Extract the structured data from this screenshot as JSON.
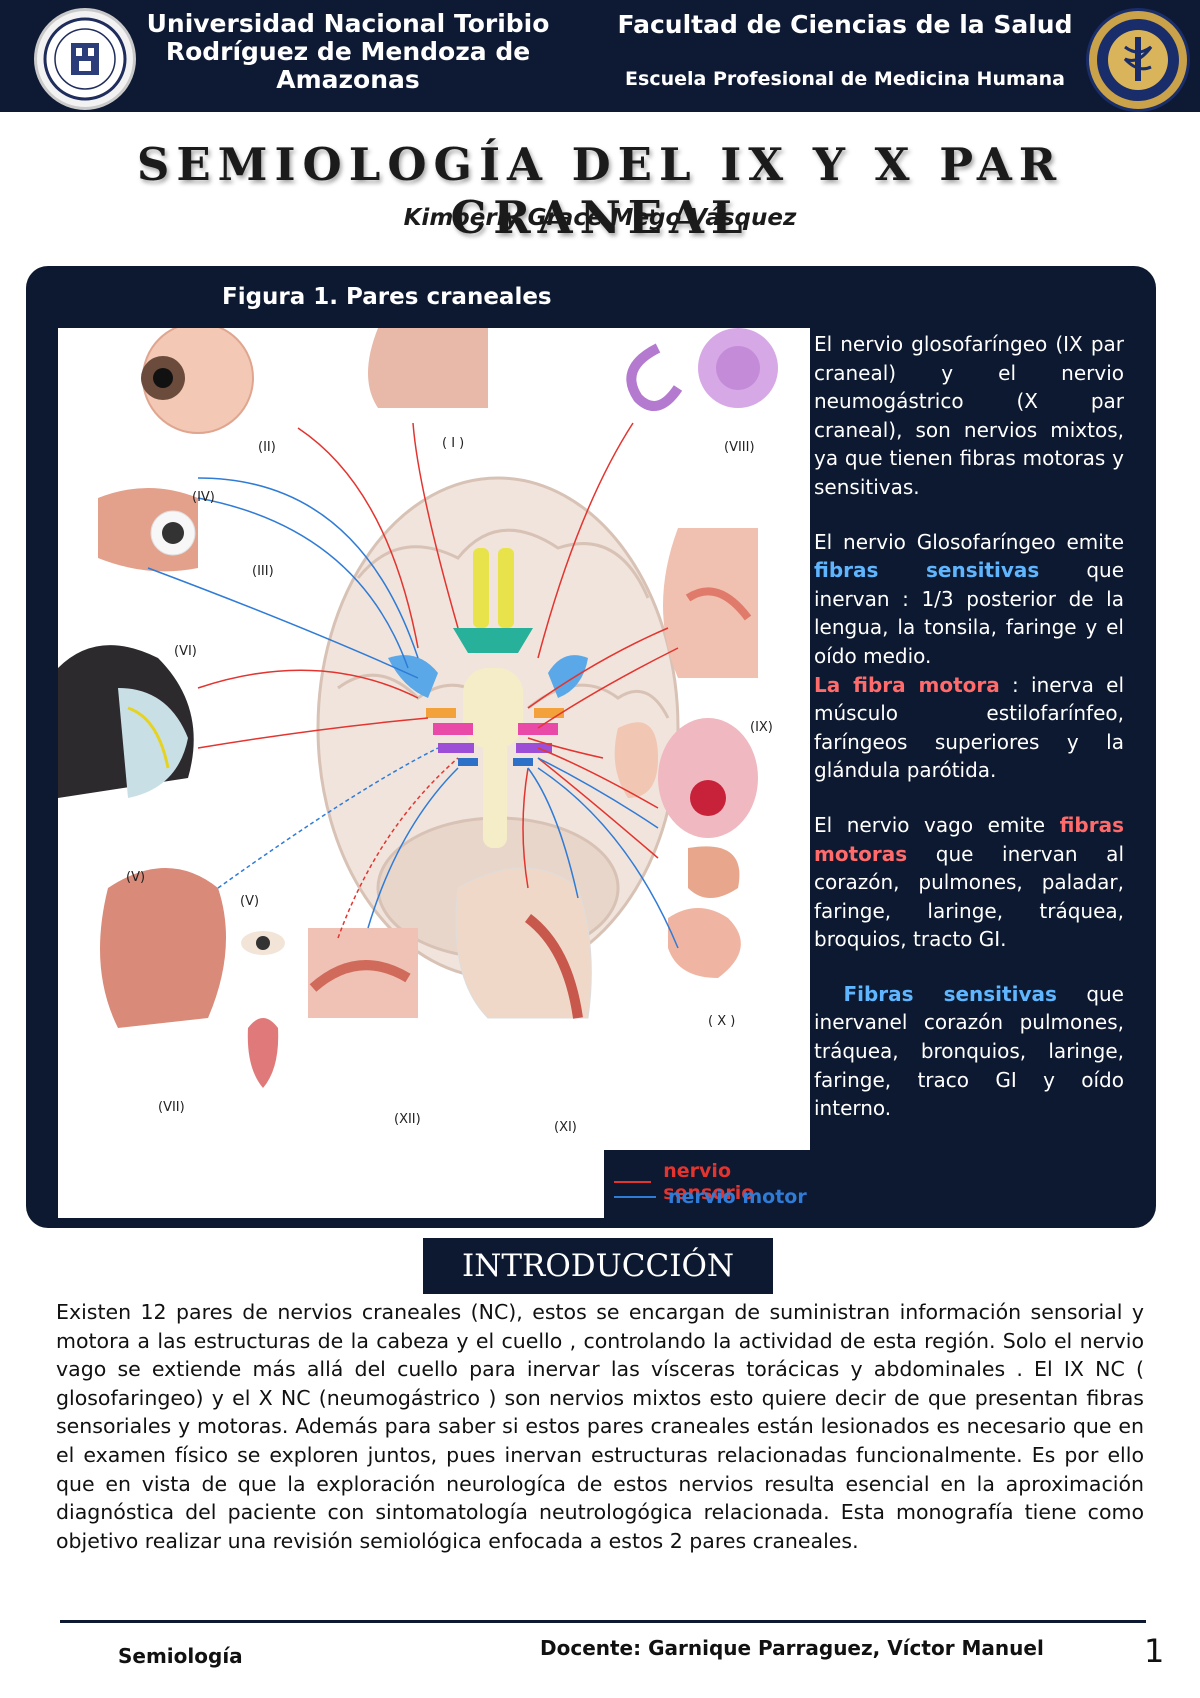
{
  "header": {
    "university": "Universidad Nacional Toribio Rodríguez de Mendoza de Amazonas",
    "faculty": "Facultad de Ciencias de la Salud",
    "school": "Escuela Profesional de Medicina Humana",
    "seal_left_icon": "university-seal-icon",
    "seal_right_icon": "medicine-school-seal-icon"
  },
  "title": "SEMIOLOGÍA DEL IX Y X PAR CRANEAL",
  "author": "Kimberly Grace Mego Vásquez",
  "figure": {
    "caption": "Figura 1. Pares craneales",
    "labels": [
      "(II)",
      "( I )",
      "(VIII)",
      "(IV)",
      "(III)",
      "(VI)",
      "(IX)",
      "(V)",
      "(V)",
      "(VII)",
      "(XII)",
      "(XI)",
      "( X )"
    ],
    "legend": {
      "sensory": "nervio sensorio",
      "motor": "nervio motor",
      "sensory_color": "#e3342f",
      "motor_color": "#2f7bd6"
    }
  },
  "side": {
    "p1": "El nervio glosofaríngeo (IX par craneal) y el nervio neumogástrico (X par craneal), son nervios mixtos, ya que tienen fibras motoras y sensitivas.",
    "p2a": "El nervio Glosofaríngeo emite ",
    "p2b": "fibras sensitivas",
    "p2c": " que inervan : 1/3 posterior de la lengua, la tonsila, faringe y el oído medio.",
    "p2d": "La fibra motora",
    "p2e": " : inerva el músculo estilofarínfeo, faríngeos superiores y la glándula parótida.",
    "p3a": "El nervio vago emite ",
    "p3b": "fibras motoras",
    "p3c": " que inervan al corazón, pulmones, paladar, faringe, laringe, tráquea, broquios, tracto GI.",
    "p4a": "Fibras sensitivas",
    "p4b": " que inervanel corazón pulmones, tráquea, bronquios, laringe, faringe, traco GI y oído interno."
  },
  "intro": {
    "heading": "INTRODUCCIÓN",
    "text": "Existen 12 pares de nervios craneales (NC), estos se encargan de suministran información sensorial y motora a las estructuras de la cabeza y el cuello , controlando la actividad de esta región. Solo el nervio vago se extiende más allá del cuello para inervar las vísceras torácicas y abdominales . El IX NC ( glosofaringeo) y el X NC (neumogástrico ) son nervios mixtos esto quiere decir de que presentan fibras sensoriales y motoras. Además para saber si estos pares craneales están lesionados es necesario que en el examen físico se exploren juntos, pues inervan estructuras relacionadas funcionalmente. Es por ello que en vista de que  la exploración neurologíca de estos nervios resulta esencial en la aproximación diagnóstica  del paciente con sintomatología neutrologógica relacionada. Esta monografía tiene como objetivo realizar una revisión semiológica enfocada a estos 2 pares craneales."
  },
  "footer": {
    "course": "Semiología",
    "teacher": "Docente: Garnique Parraguez, Víctor Manuel",
    "page": "1"
  }
}
